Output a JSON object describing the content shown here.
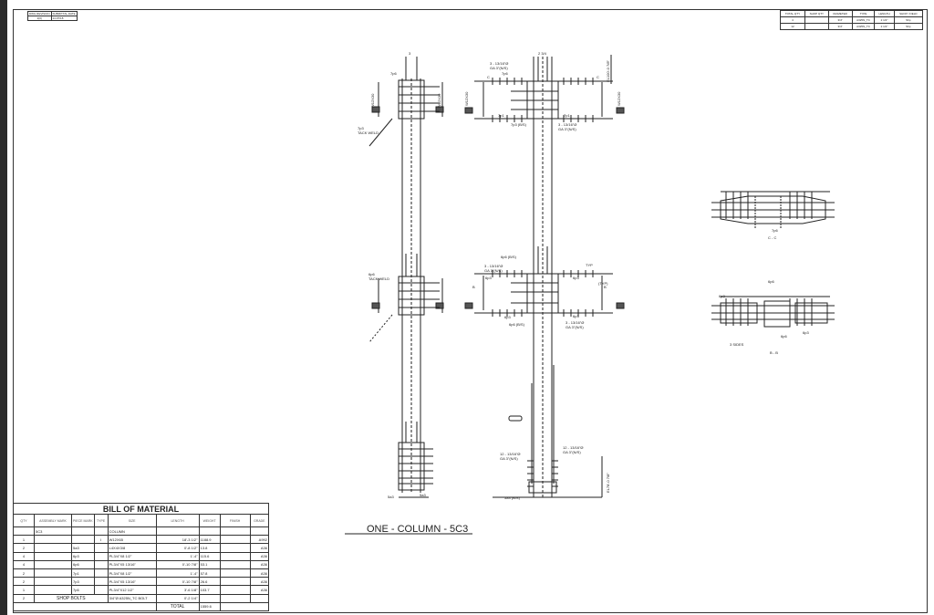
{
  "viewer": {
    "sidebar": "dark-sidebar"
  },
  "revision_box": {
    "headers": [
      "DWG REVISION",
      "SUBMITTAL DATE"
    ],
    "values": [
      "2(0)",
      "14-07/18"
    ]
  },
  "bolt_table": {
    "headers": [
      "TOTAL QTY",
      "SHOP QTY",
      "DIAMETER",
      "TYPE",
      "LENGTH",
      "SHOP / FIELD"
    ],
    "rows": [
      [
        "4",
        "",
        "3/4\"",
        "A325N_TC",
        "2 1/2\"",
        "Shp"
      ],
      [
        "12",
        "",
        "3/4\"",
        "A325N_TC",
        "2 1/2\"",
        "Shp"
      ]
    ]
  },
  "drawing": {
    "title": "ONE - COLUMN - 5C3",
    "labels": {
      "tack_weld_1": "7p3",
      "tack_weld_1b": "TACK WELD",
      "tack_weld_2": "6p6",
      "tack_weld_2b": "TACK WELD",
      "bolts_top": "3 - 13/16\"Ø",
      "bolts_top_b": "GA 3\"(N/S)",
      "bolts_top2": "3 - 13/16\"Ø",
      "bolts_top2_b": "GA 3\"(N/S)",
      "bolts_mid": "3 - 13/16\"Ø",
      "bolts_mid_b": "GA 3\"(N/S)",
      "bolts_mid2": "3 - 13/16\"Ø",
      "bolts_mid2_b": "GA 3\"(N/S)",
      "bolts_base_l": "12 - 13/16\"Ø",
      "bolts_base_l_b": "GA 3\"(N/S)",
      "bolts_base_r": "12 - 13/16\"Ø",
      "bolts_base_r_b": "GA 3\"(N/S)",
      "p7p6": "7p6",
      "p7p6b": "7p6",
      "p7p1": "7p1",
      "p7p1b": "7p1",
      "p7p3": "7p3 (B/S)",
      "p6p6": "6p6 (B/S)",
      "p6p6b": "6p6 (B/S)",
      "p6p3a": "6p3",
      "p6p3b": "6p3",
      "p6p3c": "6p3",
      "p6p3d": "6p3",
      "p5a3a": "5a3",
      "p5a3b": "5a3",
      "p5a3c": "5a3 (B/S)",
      "typ": "TYP",
      "typ2": "(TYP)",
      "beam_w": "W12X30",
      "beam_w2": "W12X30",
      "beam_w3": "W12X30",
      "beam_w4": "W12X30",
      "elev_top": "EL100'-0 7/8\"",
      "elev_base": "EL78'-0 7/8\"",
      "sec_c": "C",
      "sec_c2": "C",
      "sec_b": "B",
      "sec_b2": "B",
      "cc_title": "C - C",
      "bb_title": "B - B",
      "cc_7p6": "7p6",
      "bb_6p3": "6p3",
      "bb_6p3b": "6p3",
      "bb_6p6": "6p6",
      "bb_6p6b": "6p6",
      "three_sides": "3 SIDES",
      "dim_3": "3",
      "dim_2_3_4": "2 3/4"
    }
  },
  "bill_of_material": {
    "title": "BILL OF MATERIAL",
    "headers": [
      "QTY",
      "ASSEMBLY MARK",
      "PIECE MARK",
      "TYPE",
      "SIZE",
      "LENGTH",
      "WEIGHT",
      "FINISH",
      "GRADE"
    ],
    "assembly_row": {
      "assembly_mark": "5C3",
      "size": "COLUMN"
    },
    "rows": [
      {
        "qty": "1",
        "piece": "",
        "type": "I",
        "size": "W12X65",
        "length": "18'-3 1/2\"",
        "weight": "1188.9",
        "grade": "A992"
      },
      {
        "qty": "2",
        "piece": "5a3",
        "type": "",
        "size": "L4X4X3/8",
        "length": "0'-8 1/2\"",
        "weight": "13.8",
        "grade": "A36"
      },
      {
        "qty": "4",
        "piece": "6p3",
        "type": "",
        "size": "PL3/4\"X8 1/2\"",
        "length": "1'-4\"",
        "weight": "115.6",
        "grade": "A36"
      },
      {
        "qty": "4",
        "piece": "6p6",
        "type": "",
        "size": "PL3/4\"X5 13/16\"",
        "length": "0'-10 7/8\"",
        "weight": "53.1",
        "grade": "A36"
      },
      {
        "qty": "2",
        "piece": "7p1",
        "type": "",
        "size": "PL3/4\"X8 1/2\"",
        "length": "1'-4\"",
        "weight": "57.8",
        "grade": "A36"
      },
      {
        "qty": "2",
        "piece": "7p3",
        "type": "",
        "size": "PL3/4\"X5 13/16\"",
        "length": "0'-10 7/8\"",
        "weight": "26.6",
        "grade": "A36"
      },
      {
        "qty": "1",
        "piece": "7p6",
        "type": "",
        "size": "PL3/4\"X12 1/2\"",
        "length": "3'-6 1/8\"",
        "weight": "103.7",
        "grade": "A36"
      }
    ],
    "shop_bolts": {
      "qty": "2",
      "label": "SHOP BOLTS",
      "size": "3/4\"Ø A325N_TC BOLT",
      "length": "0'-2 1/4\""
    },
    "total_label": "TOTAL",
    "total_weight": "1559.6"
  }
}
